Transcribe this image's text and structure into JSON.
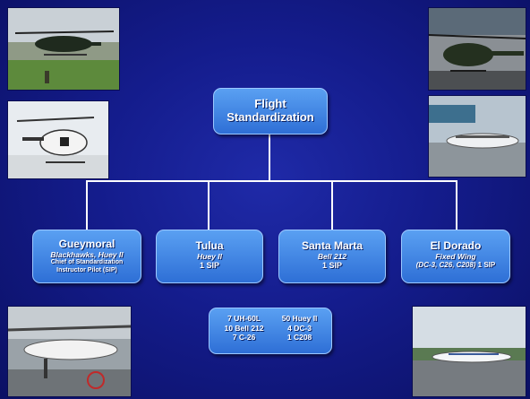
{
  "top": {
    "title_line1": "Flight",
    "title_line2": "Standardization"
  },
  "units": [
    {
      "name": "Gueymoral",
      "aircraft": "Blackhawks, Huey II",
      "role_line1": "Chief of Standardization",
      "role_line2": "Instructor Pilot (SIP)"
    },
    {
      "name": "Tulua",
      "aircraft": "Huey II",
      "sip": "1 SIP"
    },
    {
      "name": "Santa Marta",
      "aircraft": "Bell 212",
      "sip": "1 SIP"
    },
    {
      "name": "El Dorado",
      "aircraft": "Fixed Wing",
      "detail_italic": "(DC-3, C26, C208)",
      "detail_rest": " 1 SIP"
    }
  ],
  "fleet": [
    [
      "7 UH-60L",
      "50 Huey II"
    ],
    [
      "10 Bell 212",
      "4 DC-3"
    ],
    [
      "7 C-26",
      "1 C208"
    ]
  ],
  "colors": {
    "background": "#141c8c",
    "box_fill": "#4a8ff0",
    "box_border": "#9cc8ff",
    "connector": "#ffffff"
  }
}
